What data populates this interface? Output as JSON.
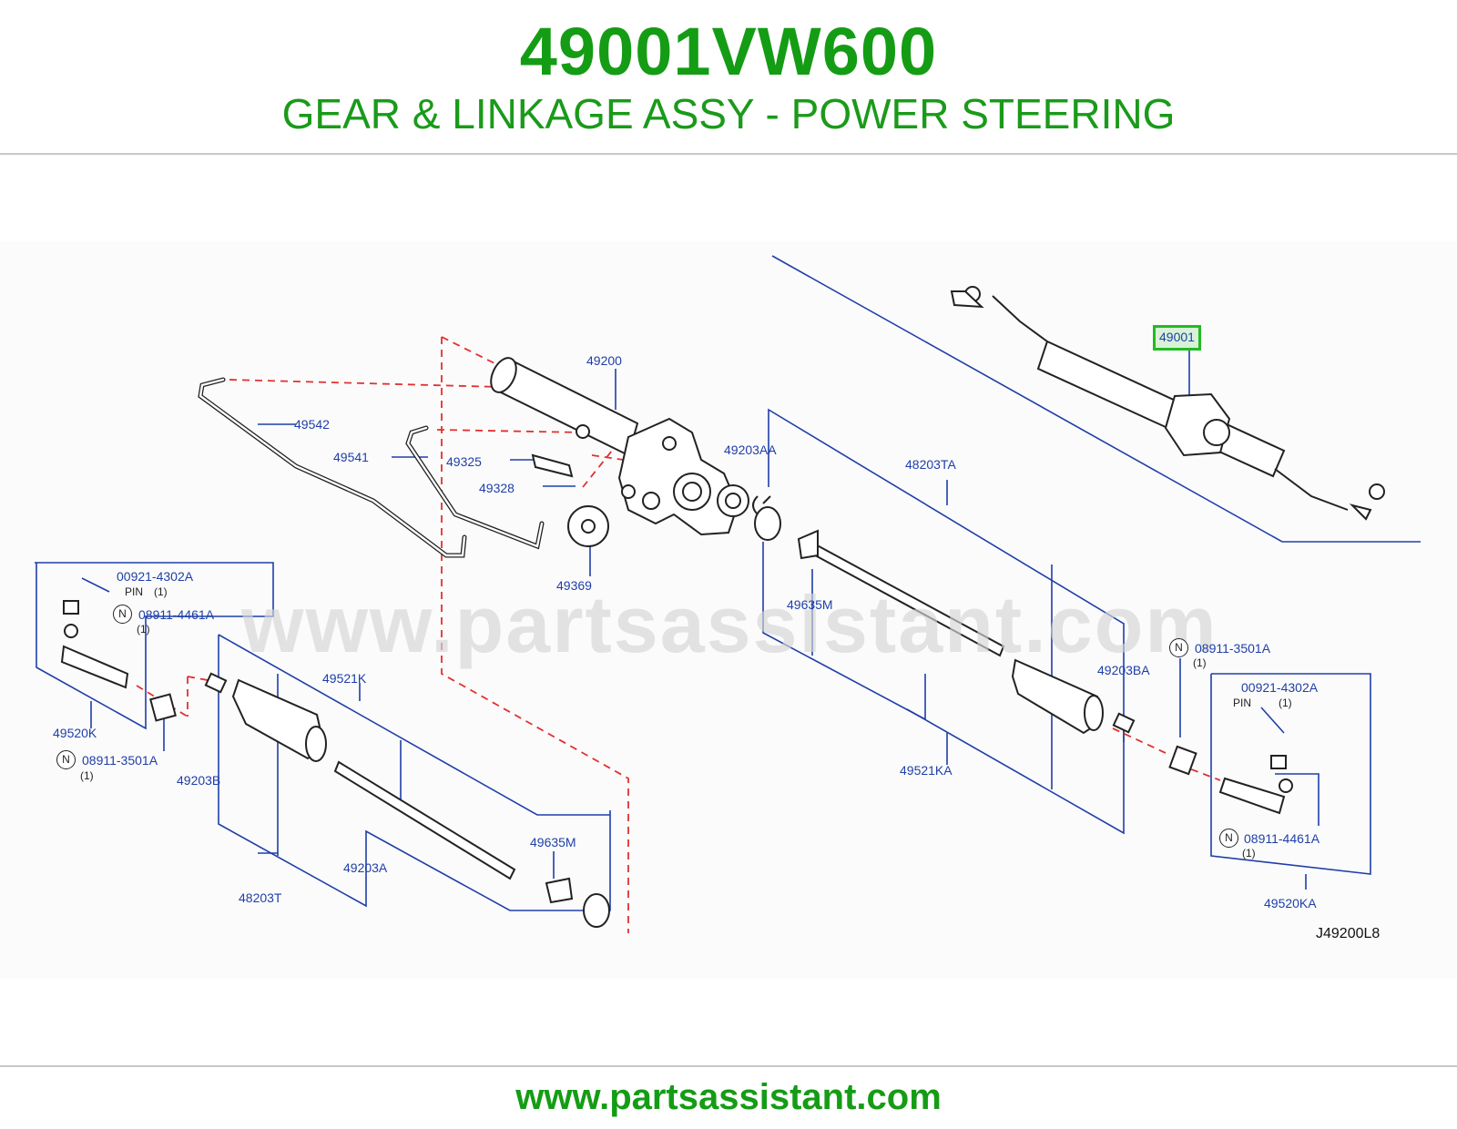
{
  "header": {
    "part_number": "49001VW600",
    "title": "GEAR & LINKAGE ASSY - POWER STEERING"
  },
  "diagram": {
    "watermark": "www.partsassistant.com",
    "reference_code": "J49200L8",
    "highlighted_part": "49001",
    "labels": {
      "p49200": "49200",
      "p49542": "49542",
      "p49541": "49541",
      "p49325": "49325",
      "p49328": "49328",
      "p49369": "49369",
      "p49203AA": "49203AA",
      "p48203TA": "48203TA",
      "p49635M_r": "49635M",
      "p49203BA": "49203BA",
      "p49521KA": "49521KA",
      "p00921_l": "00921-4302A",
      "p08911_4461_l": "08911-4461A",
      "p49520K": "49520K",
      "p08911_3501_l": "08911-3501A",
      "p49521K": "49521K",
      "p49203B": "49203B",
      "p49635M_l": "49635M",
      "p49203A": "49203A",
      "p48203T": "48203T",
      "p08911_3501_r": "08911-3501A",
      "p00921_r": "00921-4302A",
      "p08911_4461_r": "08911-4461A",
      "p49520KA": "49520KA"
    },
    "notes": {
      "pin": "PIN",
      "qty": "(1)",
      "n": "N"
    }
  },
  "footer": {
    "url": "www.partsassistant.com"
  },
  "colors": {
    "brand_green": "#159c15",
    "label_blue": "#1f3fa8",
    "dash_red": "#e23030",
    "highlight_green": "#22bb22"
  }
}
